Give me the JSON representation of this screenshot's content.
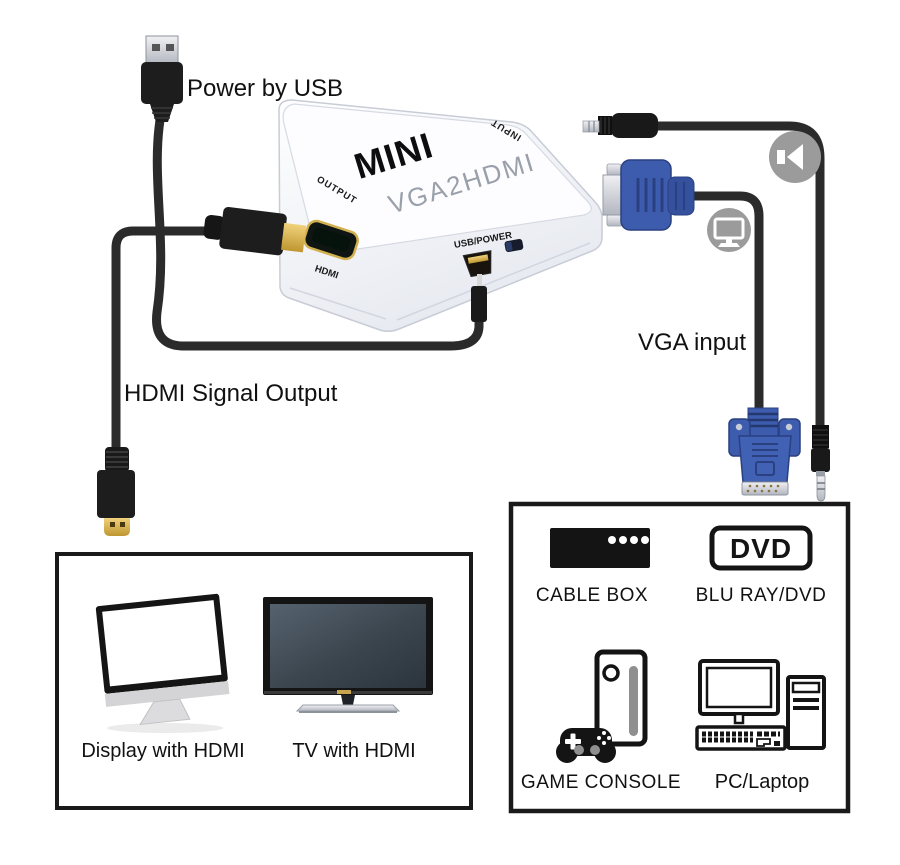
{
  "title": "MINI VGA2HDMI converter connection diagram",
  "colors": {
    "cable": "#2b2b2b",
    "vga_blue": "#3d5cae",
    "vga_blue_dark": "#2a4080",
    "gold": "#d9b54a",
    "icon_circle_gray": "#9b9b9b",
    "panel_border": "#1a1a1a",
    "label_text": "#111111",
    "device_model_text": "#99a0aa"
  },
  "annotations": {
    "power_by_usb": "Power by USB",
    "hdmi_signal_output": "HDMI Signal Output",
    "vga_input": "VGA input"
  },
  "device": {
    "brand": "MINI",
    "model": "VGA2HDMI",
    "port_labels": {
      "output": "OUTPUT",
      "input": "INPUT",
      "usb_power": "USB/POWER",
      "hdmi": "HDMI"
    }
  },
  "icons": {
    "audio_out": "speaker-icon",
    "video_out": "monitor-icon"
  },
  "output_panel": {
    "items": [
      {
        "icon": "imac-display",
        "label": "Display with HDMI"
      },
      {
        "icon": "flat-tv",
        "label": "TV with HDMI"
      }
    ]
  },
  "input_panel": {
    "items": [
      {
        "icon": "cable-box",
        "label": "CABLE BOX"
      },
      {
        "icon": "dvd-player",
        "label": "BLU RAY/DVD",
        "badge": "DVD"
      },
      {
        "icon": "game-console",
        "label": "GAME CONSOLE"
      },
      {
        "icon": "desktop-pc",
        "label": "PC/Laptop"
      }
    ]
  }
}
